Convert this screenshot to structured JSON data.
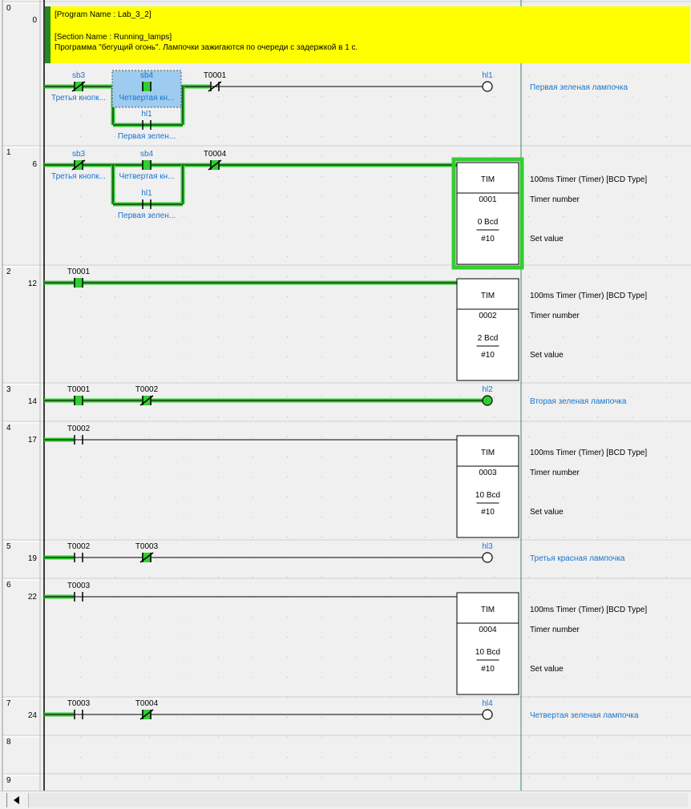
{
  "comment": {
    "program_name": "[Program Name : Lab_3_2]",
    "section_name": "[Section Name : Running_lamps]",
    "description": "Программа \"бегущий огонь\". Лампочки зажигаются по очереди с задержкой в 1 с."
  },
  "colors": {
    "power_flow": "#32cd32",
    "highlight": "#00ff00",
    "comment_bg": "#ffff00",
    "comment_marker": "#228b22",
    "address_text": "#1874cd",
    "selection": "#9ecbf0"
  },
  "rungs": [
    {
      "index": "0",
      "step": "0",
      "contacts": [
        {
          "addr": "sb3",
          "comment": "Третья кнопк...",
          "type": "nc"
        },
        {
          "addr": "sb4",
          "comment": "Четвертая кн...",
          "type": "no",
          "selected": true
        },
        {
          "addr": "T0001",
          "comment": "",
          "type": "nc"
        },
        {
          "addr": "hl1",
          "comment": "Первая зелен...",
          "type": "no"
        }
      ],
      "coil": {
        "addr": "hl1",
        "comment": "Первая зеленая лампочка"
      }
    },
    {
      "index": "1",
      "step": "6",
      "contacts": [
        {
          "addr": "sb3",
          "comment": "Третья кнопк...",
          "type": "nc"
        },
        {
          "addr": "sb4",
          "comment": "Четвертая кн...",
          "type": "no"
        },
        {
          "addr": "T0004",
          "comment": "",
          "type": "nc"
        },
        {
          "addr": "hl1",
          "comment": "Первая зелен...",
          "type": "no"
        }
      ],
      "timer": {
        "name": "TIM",
        "number": "0001",
        "value": "0 Bcd",
        "set": "#10",
        "desc": "100ms Timer (Timer) [BCD Type]",
        "num_label": "Timer number",
        "set_label": "Set value"
      }
    },
    {
      "index": "2",
      "step": "12",
      "contacts": [
        {
          "addr": "T0001",
          "comment": "",
          "type": "no"
        }
      ],
      "timer": {
        "name": "TIM",
        "number": "0002",
        "value": "2 Bcd",
        "set": "#10",
        "desc": "100ms Timer (Timer) [BCD Type]",
        "num_label": "Timer number",
        "set_label": "Set value"
      }
    },
    {
      "index": "3",
      "step": "14",
      "contacts": [
        {
          "addr": "T0001",
          "comment": "",
          "type": "no"
        },
        {
          "addr": "T0002",
          "comment": "",
          "type": "nc"
        }
      ],
      "coil": {
        "addr": "hl2",
        "comment": "Вторая зеленая лампочка"
      }
    },
    {
      "index": "4",
      "step": "17",
      "contacts": [
        {
          "addr": "T0002",
          "comment": "",
          "type": "no"
        }
      ],
      "timer": {
        "name": "TIM",
        "number": "0003",
        "value": "10 Bcd",
        "set": "#10",
        "desc": "100ms Timer (Timer) [BCD Type]",
        "num_label": "Timer number",
        "set_label": "Set value"
      }
    },
    {
      "index": "5",
      "step": "19",
      "contacts": [
        {
          "addr": "T0002",
          "comment": "",
          "type": "no"
        },
        {
          "addr": "T0003",
          "comment": "",
          "type": "nc"
        }
      ],
      "coil": {
        "addr": "hl3",
        "comment": "Третья красная лампочка"
      }
    },
    {
      "index": "6",
      "step": "22",
      "contacts": [
        {
          "addr": "T0003",
          "comment": "",
          "type": "no"
        }
      ],
      "timer": {
        "name": "TIM",
        "number": "0004",
        "value": "10 Bcd",
        "set": "#10",
        "desc": "100ms Timer (Timer) [BCD Type]",
        "num_label": "Timer number",
        "set_label": "Set value"
      }
    },
    {
      "index": "7",
      "step": "24",
      "contacts": [
        {
          "addr": "T0003",
          "comment": "",
          "type": "no"
        },
        {
          "addr": "T0004",
          "comment": "",
          "type": "nc"
        }
      ],
      "coil": {
        "addr": "hl4",
        "comment": "Четвертая зеленая лампочка"
      }
    },
    {
      "index": "8",
      "step": ""
    },
    {
      "index": "9",
      "step": ""
    }
  ],
  "scrollbar": {
    "left_icon": "arrow-left-icon"
  }
}
